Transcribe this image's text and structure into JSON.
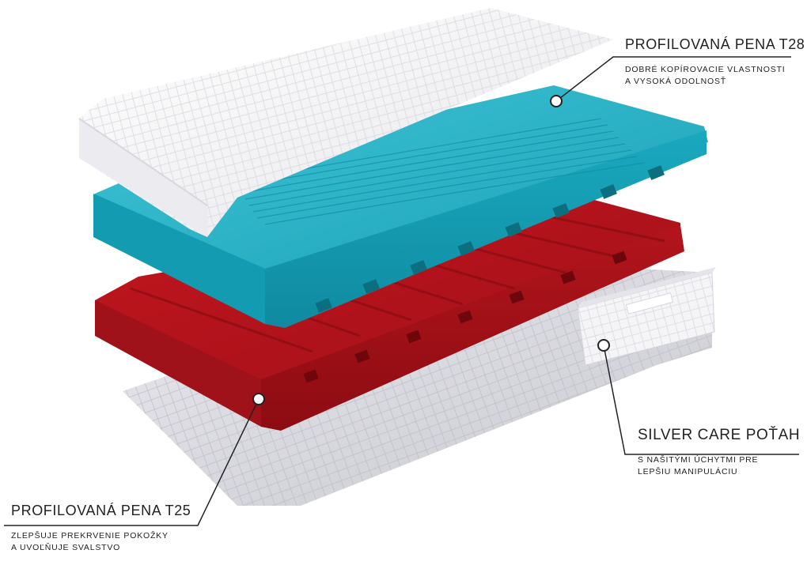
{
  "callouts": {
    "top_foam": {
      "title": "PROFILOVANÁ PENA T28",
      "description": "DOBRÉ KOPÍROVACIE VLASTNOSTI\nA VYSOKÁ ODOLNOSŤ"
    },
    "cover": {
      "title": "SILVER CARE POŤAH",
      "description": "S NAŠITÝMI ÚCHYTMI PRE\nLEPŠIU MANIPULÁCIU"
    },
    "bottom_foam": {
      "title": "PROFILOVANÁ PENA T25",
      "description": "ZLEPŠUJE PREKRVENIE POKOŽKY\nA UVOĽŇUJE SVALSTVO"
    }
  },
  "colors": {
    "cover_white": "#f4f4f6",
    "cyan_foam": "#1faec3",
    "red_foam": "#b5121b",
    "line": "#222222"
  }
}
